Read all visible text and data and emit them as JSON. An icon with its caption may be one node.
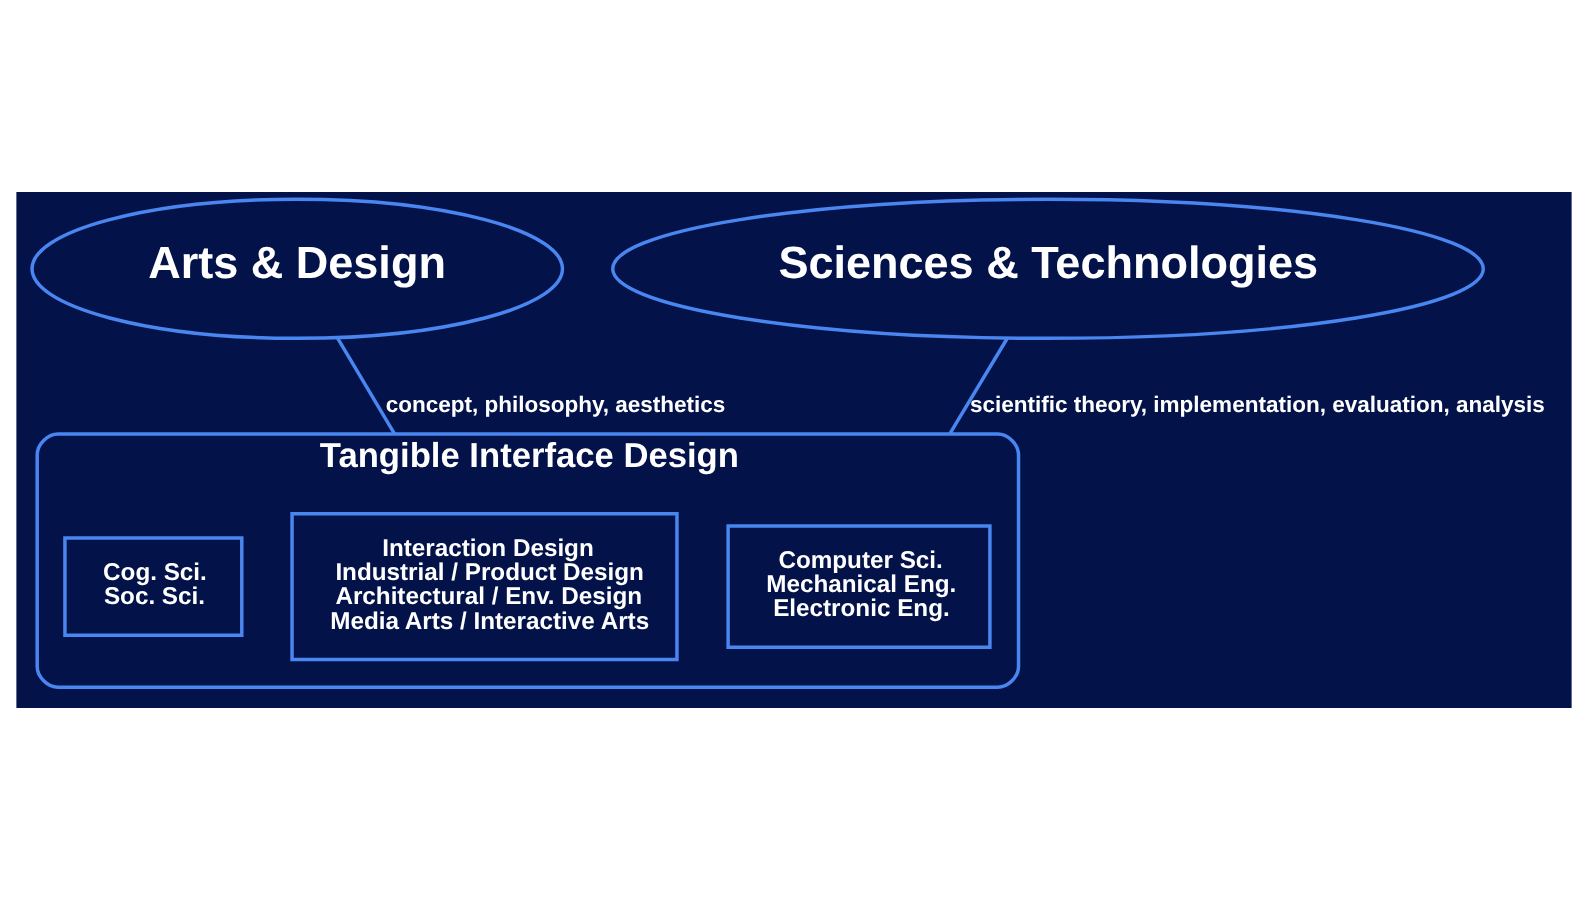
{
  "diagram": {
    "nodes": [
      {
        "text": [
          "Arts & Design"
        ]
      },
      {
        "text": [
          "Sciences & Technologies"
        ]
      },
      {
        "text": [
          "Tangible Interface Design"
        ]
      },
      {
        "text": [
          "Interaction Design",
          "Industrial / Product Design",
          "Architectural / Env. Design",
          "Media Arts / Interactive Arts"
        ],
        "in": 2
      },
      {
        "text": [
          "Computer Sci.",
          "Mechanical Eng.",
          "Electronic Eng."
        ],
        "in": 2
      },
      {
        "text": [
          "Cog. Sci.",
          "Soc. Sci."
        ],
        "in": 2
      }
    ],
    "edges": [
      {
        "from": 0,
        "to": 2,
        "arrow": "none",
        "label": "concept, philosophy, aesthetics"
      },
      {
        "from": 1,
        "to": 2,
        "arrow": "none",
        "label": "scientific theory, implementation, evaluation, analysis"
      }
    ]
  }
}
